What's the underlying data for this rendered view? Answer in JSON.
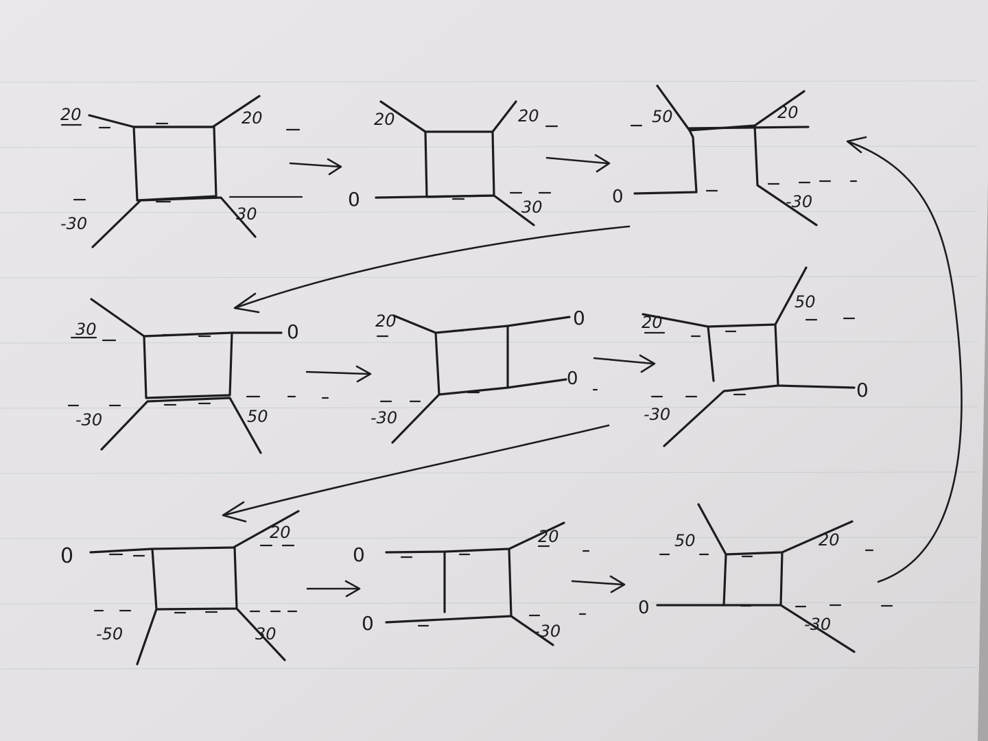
{
  "diagrams": [
    {
      "id": "d1",
      "labels": {
        "tl": "20",
        "tr": "20",
        "bl": "-30",
        "br": "30"
      }
    },
    {
      "id": "d2",
      "labels": {
        "tl": "20",
        "tr": "20",
        "ext_l": "0",
        "br": "30"
      }
    },
    {
      "id": "d3",
      "labels": {
        "tl": "50",
        "tr": "20",
        "ext_l": "0",
        "br": "-30"
      }
    },
    {
      "id": "d4",
      "labels": {
        "tl": "30",
        "ext_r": "0",
        "bl": "-30",
        "br": "50"
      }
    },
    {
      "id": "d5",
      "labels": {
        "tl": "20",
        "ext_r_top": "0",
        "ext_r_bot": "0",
        "bl": "-30"
      }
    },
    {
      "id": "d6",
      "labels": {
        "tl": "20",
        "tr": "50",
        "ext_r": "0",
        "bl": "-30"
      }
    },
    {
      "id": "d7",
      "labels": {
        "ext_l": "0",
        "tr": "20",
        "bl": "-50",
        "br": "30"
      }
    },
    {
      "id": "d8",
      "labels": {
        "ext_l_top": "0",
        "tr": "20",
        "ext_l_bot": "0",
        "br": "-30"
      }
    },
    {
      "id": "d9",
      "labels": {
        "tl": "50",
        "tr": "20",
        "ext_l": "0",
        "br": "-30"
      }
    }
  ],
  "arrows": [
    {
      "from": "d1",
      "to": "d2"
    },
    {
      "from": "d2",
      "to": "d3"
    },
    {
      "from": "d3",
      "to": "d4"
    },
    {
      "from": "d4",
      "to": "d5"
    },
    {
      "from": "d5",
      "to": "d6"
    },
    {
      "from": "d6",
      "to": "d7"
    },
    {
      "from": "d7",
      "to": "d8"
    },
    {
      "from": "d8",
      "to": "d9"
    },
    {
      "from": "d9",
      "to": "d3"
    }
  ],
  "colors": {
    "paper": "#e7e5e7",
    "ink": "#1d1c20",
    "background": "#a9a6a8"
  }
}
